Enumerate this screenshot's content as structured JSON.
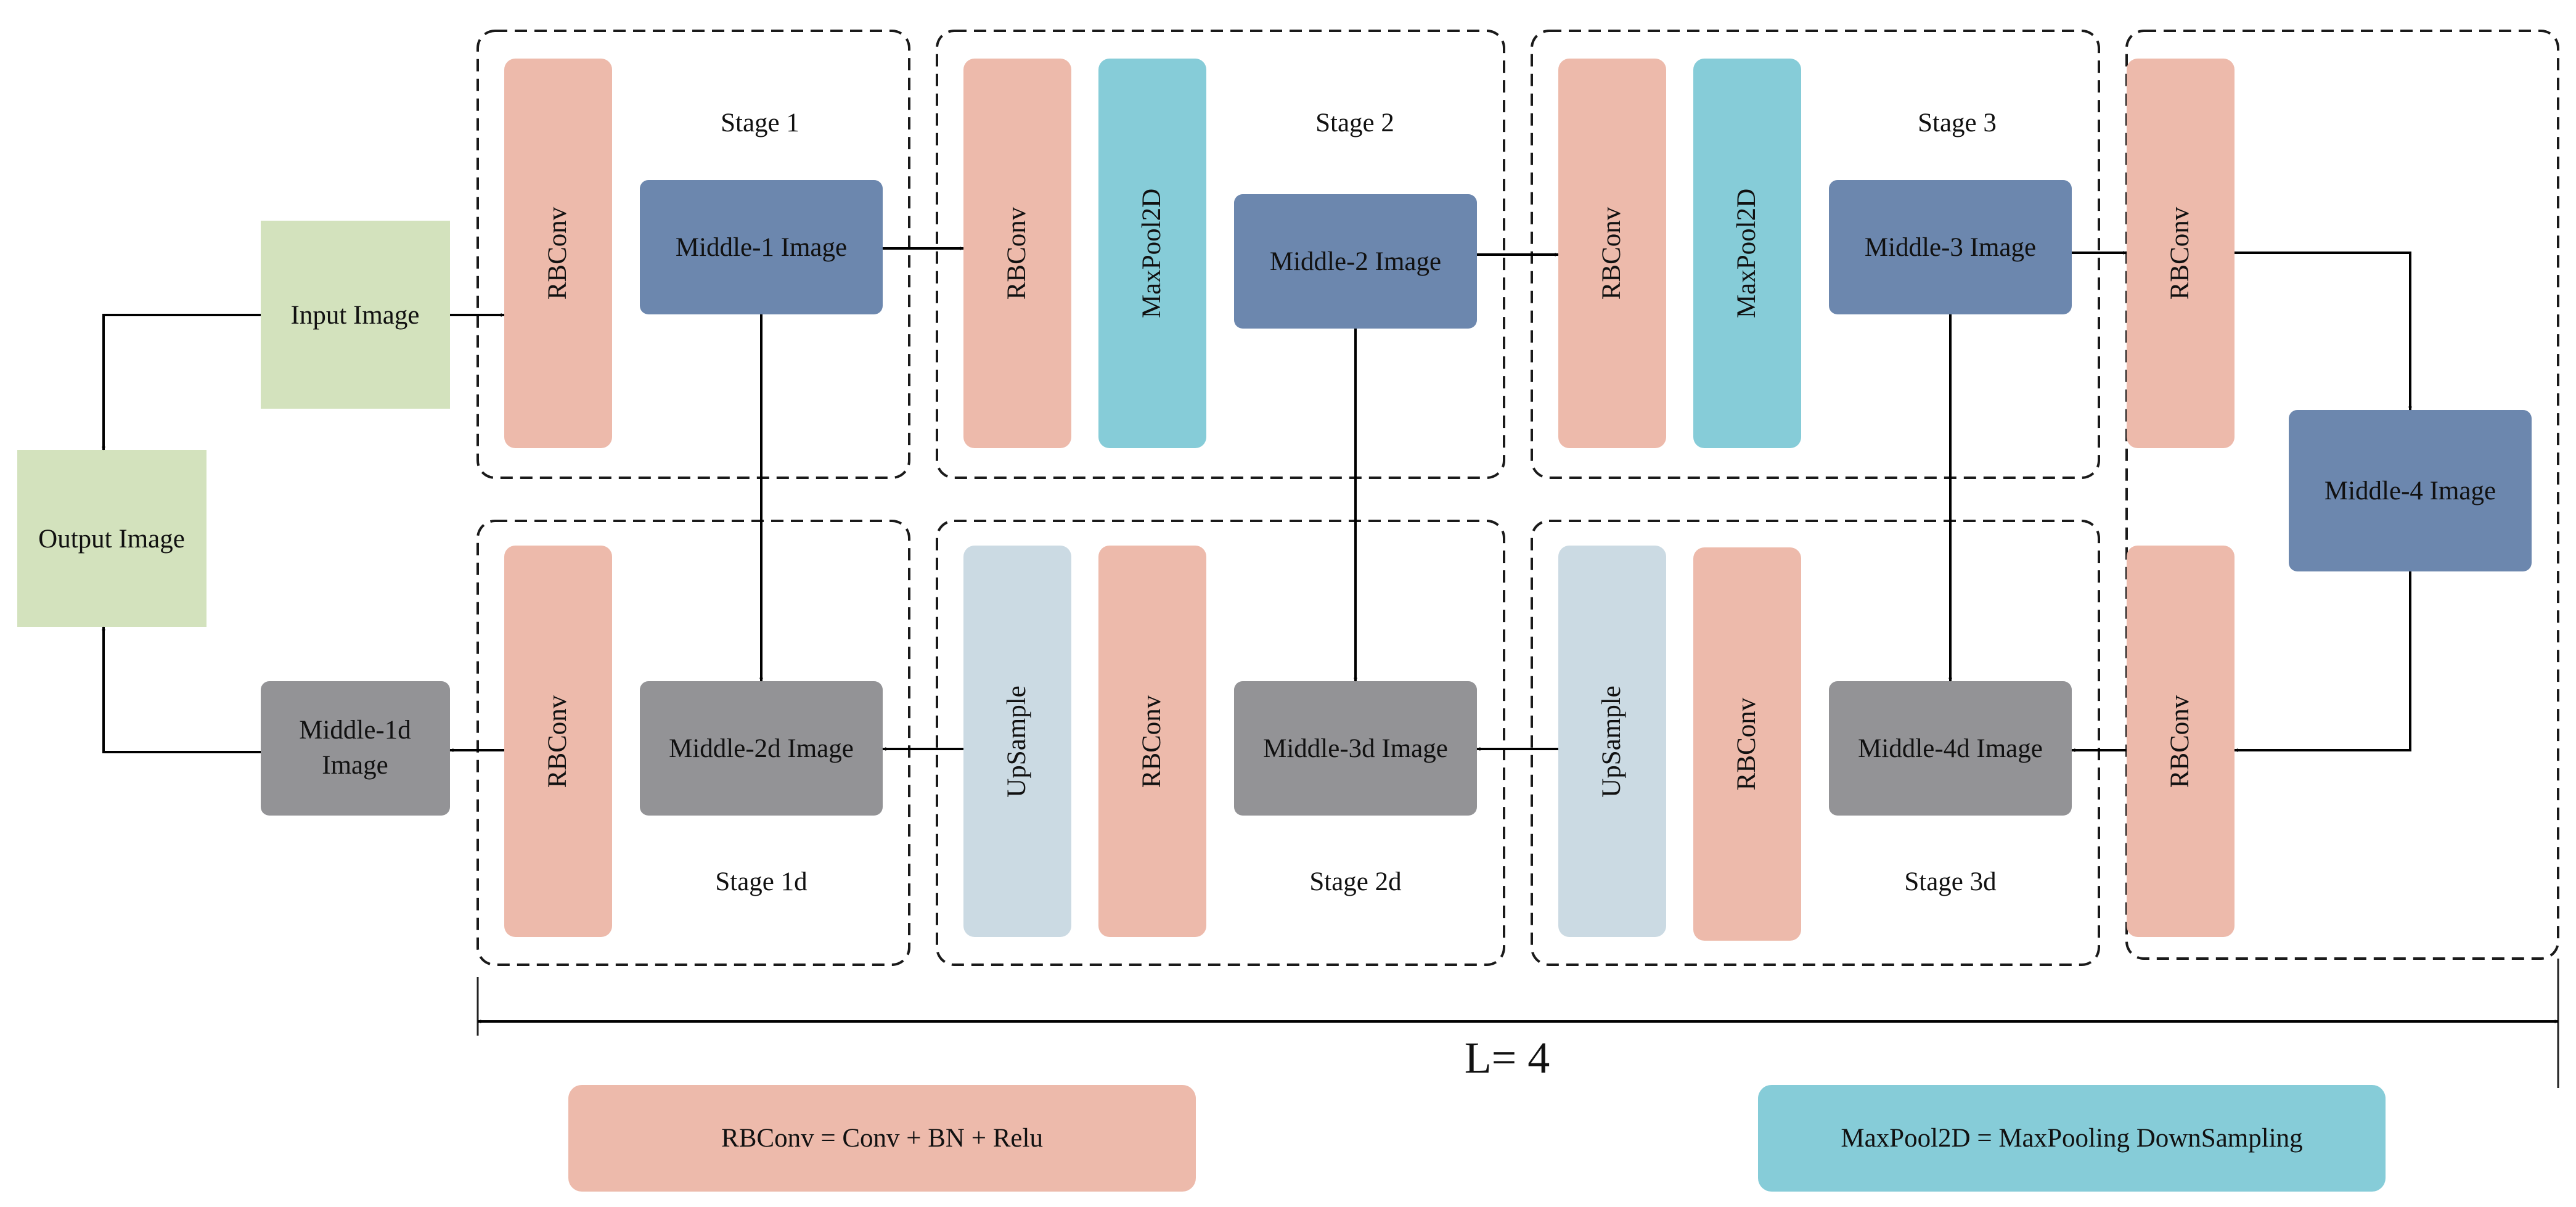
{
  "colors": {
    "rbconv": "#EDBAAB",
    "maxpool": "#86CCD8",
    "upsample": "#CBDAE3",
    "middle_encoder": "#6C87AE",
    "middle_decoder": "#939396",
    "io": "#D3E2BD"
  },
  "nodes": {
    "input_image": "Input Image",
    "output_image": "Output Image",
    "middle_1": "Middle-1 Image",
    "middle_2": "Middle-2 Image",
    "middle_3": "Middle-3 Image",
    "middle_4": "Middle-4 Image",
    "middle_1d_line1": "Middle-1d",
    "middle_1d_line2": "Image",
    "middle_2d": "Middle-2d Image",
    "middle_3d": "Middle-3d Image",
    "middle_4d": "Middle-4d Image",
    "rbconv": "RBConv",
    "maxpool": "MaxPool2D",
    "upsample": "UpSample"
  },
  "stages": {
    "stage_1": "Stage 1",
    "stage_2": "Stage 2",
    "stage_3": "Stage 3",
    "stage_1d": "Stage 1d",
    "stage_2d": "Stage 2d",
    "stage_3d": "Stage 3d"
  },
  "dimension_label": "L= 4",
  "legend": {
    "rbconv": "RBConv = Conv + BN + Relu",
    "maxpool": "MaxPool2D = MaxPooling DownSampling"
  }
}
